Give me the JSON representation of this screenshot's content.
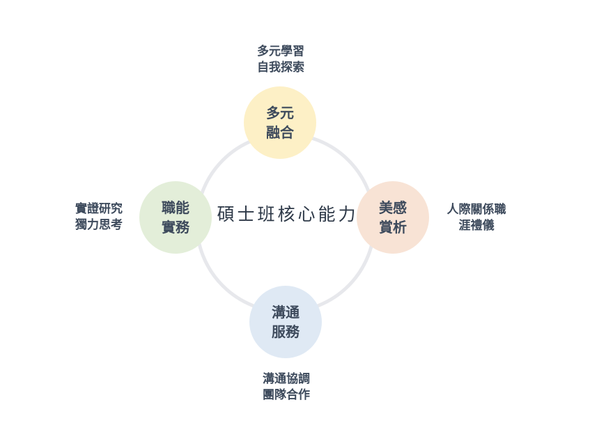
{
  "diagram": {
    "center_label": "碩士班核心能力",
    "nodes": {
      "top": {
        "line1": "多元",
        "line2": "融合",
        "color": "#fdf0c6"
      },
      "right": {
        "line1": "美感",
        "line2": "賞析",
        "color": "#f8e3d5"
      },
      "bottom": {
        "line1": "溝通",
        "line2": "服務",
        "color": "#dfe9f4"
      },
      "left": {
        "line1": "職能",
        "line2": "實務",
        "color": "#e3eed9"
      }
    },
    "descriptions": {
      "top": {
        "line1": "多元學習",
        "line2": "自我探索"
      },
      "right": {
        "line1": "人際關係職",
        "line2": "涯禮儀"
      },
      "bottom": {
        "line1": "溝通協調",
        "line2": "團隊合作"
      },
      "left": {
        "line1": "實證研究",
        "line2": "獨力思考"
      }
    },
    "ring_color": "#e7e8ec",
    "text_color": "#3d4a5c"
  }
}
